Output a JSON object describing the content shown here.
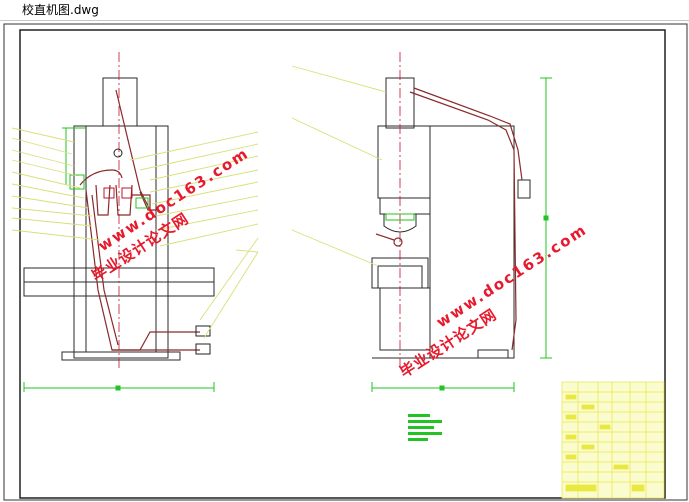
{
  "window": {
    "title": "校直机图.dwg"
  },
  "watermark": {
    "left_cn": "毕业设计论文网",
    "left_url": "www.doc163.com",
    "right_cn": "毕业设计论文网",
    "right_url": "www.doc163.com",
    "color": "#e8192c"
  },
  "colors": {
    "outline": "#2a2a2a",
    "centerline": "#c0142c",
    "leader": "#d9e07a",
    "dimension": "#22c322",
    "hydraulic": "#8a2a2a",
    "titleblock": "#e8e840",
    "titleblock_fill": "#f5f5a0"
  }
}
